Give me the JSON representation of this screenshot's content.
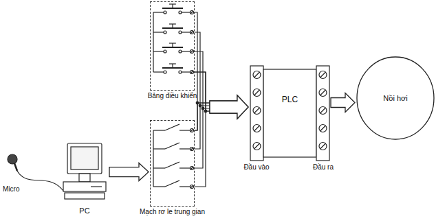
{
  "diagram": {
    "nodes": [
      {
        "text": [
          "Bảng điều khiển"
        ]
      },
      {
        "text": [
          "PC"
        ]
      },
      {
        "text": [
          "Mạch rơ le trung gian"
        ]
      },
      {
        "text": [
          "PLC",
          "Đầu vào",
          "Đầu ra"
        ]
      },
      {
        "text": [
          "Nồi hơi"
        ]
      }
    ],
    "edges": [
      {
        "from": 1,
        "to": 2,
        "arrow": "to"
      },
      {
        "from": 0,
        "to": 3,
        "arrow": "to"
      },
      {
        "from": 2,
        "to": 3,
        "arrow": "to"
      },
      {
        "from": 3,
        "to": 4,
        "arrow": "to"
      }
    ],
    "labels": [
      "Micro"
    ]
  }
}
